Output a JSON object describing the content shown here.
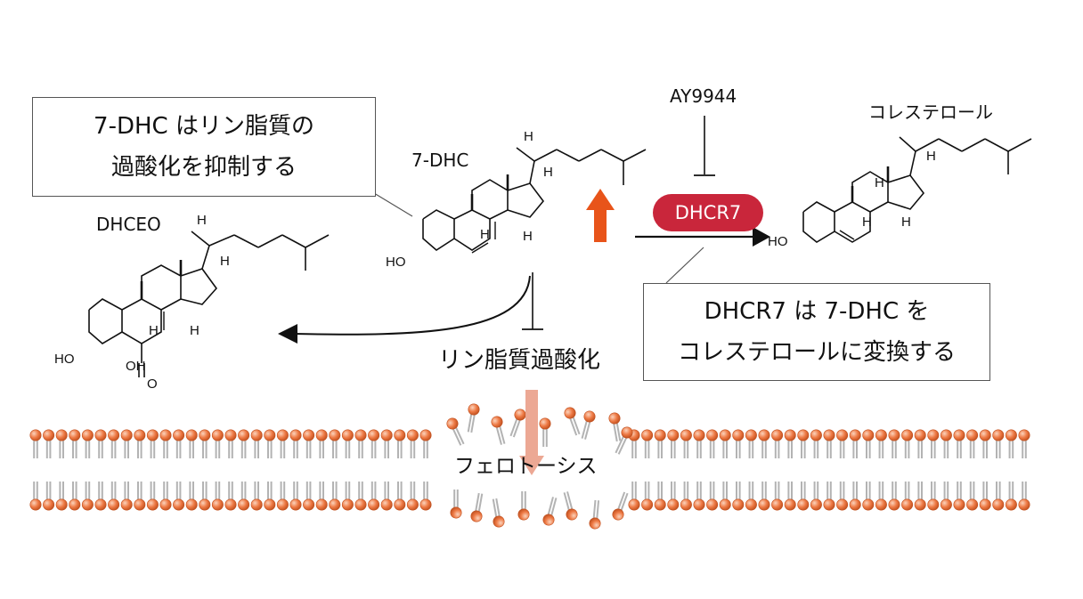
{
  "callouts": {
    "left_line1": "7-DHC はリン脂質の",
    "left_line2": "過酸化を抑制する",
    "right_line1": "DHCR7 は 7-DHC を",
    "right_line2": "コレステロールに変換する"
  },
  "labels": {
    "dhc": "7-DHC",
    "dhceo": "DHCEO",
    "ay9944": "AY9944",
    "enzyme": "DHCR7",
    "cholesterol": "コレステロール",
    "peroxidation": "リン脂質過酸化",
    "ferroptosis": "フェロトーシス"
  },
  "atoms": {
    "h": "H",
    "ho": "HO",
    "oh": "OH",
    "o": "O"
  },
  "colors": {
    "enzyme_badge": "#c9263b",
    "up_arrow": "#e8541a",
    "down_arrow": "#eba38e",
    "lipid_head": "#ee7a45",
    "lipid_tail": "#b3b3b3",
    "line": "#111111"
  }
}
